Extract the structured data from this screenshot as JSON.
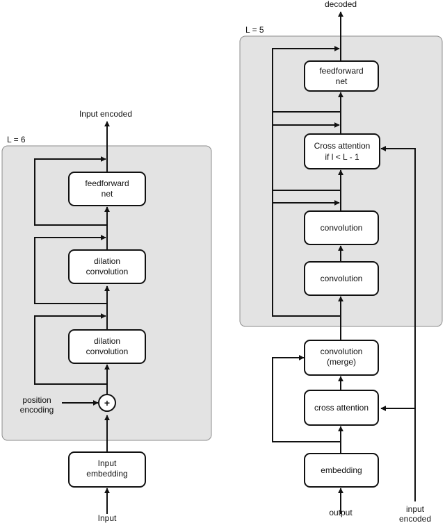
{
  "encoder": {
    "output_label": "Input encoded",
    "layer_count_label": "L = 6",
    "feedforward_lines": [
      "feedforward",
      "net"
    ],
    "dilation1_lines": [
      "dilation",
      "convolution"
    ],
    "dilation2_lines": [
      "dilation",
      "convolution"
    ],
    "plus_symbol": "+",
    "position_lines": [
      "position",
      "encoding"
    ],
    "embedding_lines": [
      "Input",
      "embedding"
    ],
    "input_label": "Input"
  },
  "decoder": {
    "output_label": "decoded",
    "layer_count_label": "L = 5",
    "feedforward_lines": [
      "feedforward",
      "net"
    ],
    "cross_attention_lines": [
      "Cross attention",
      "if l < L - 1"
    ],
    "conv_top_label": "convolution",
    "conv_bottom_label": "convolution",
    "conv_merge_lines": [
      "convolution",
      "(merge)"
    ],
    "cross_attention_label": "cross attention",
    "embedding_label": "embedding",
    "output_input_label": "output",
    "input_encoded_lines": [
      "input",
      "encoded"
    ]
  },
  "colors": {
    "panel_fill": "#e3e3e3",
    "panel_stroke": "#8c8c8c",
    "box_fill": "#ffffff",
    "line": "#111111"
  }
}
